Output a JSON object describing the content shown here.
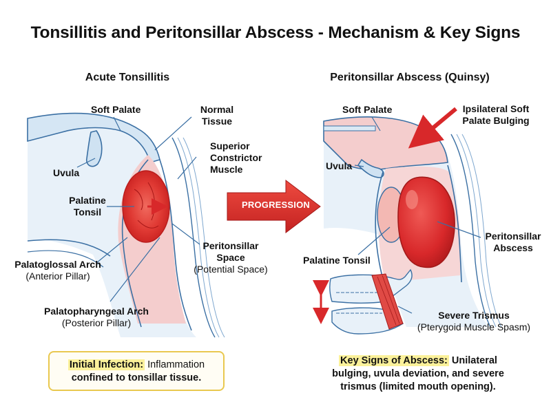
{
  "title": "Tonsillitis and Peritonsillar Abscess - Mechanism & Key Signs",
  "left": {
    "heading": "Acute Tonsillitis",
    "labels": {
      "soft_palate": "Soft Palate",
      "normal_tissue_1": "Normal",
      "normal_tissue_2": "Tissue",
      "superior_1": "Superior",
      "superior_2": "Constrictor",
      "superior_3": "Muscle",
      "uvula": "Uvula",
      "palatine_1": "Palatine",
      "palatine_2": "Tonsil",
      "peritonsillar_1": "Peritonsillar",
      "peritonsillar_2": "Space",
      "peritonsillar_3": "(Potential Space)",
      "palatoglossal_1": "Palatoglossal Arch",
      "palatoglossal_2": "(Anterior Pillar)",
      "palatopharyngeal_1": "Palatopharyngeal Arch",
      "palatopharyngeal_2": "(Posterior Pillar)"
    },
    "box": {
      "highlight": "Initial Infection:",
      "text_1": " Inflammation",
      "text_2": "confined to tonsillar tissue."
    }
  },
  "arrow": {
    "label": "PROGRESSION"
  },
  "right": {
    "heading": "Peritonsillar Abscess (Quinsy)",
    "labels": {
      "soft_palate": "Soft Palate",
      "bulging_1": "Ipsilateral Soft",
      "bulging_2": "Palate Bulging",
      "uvula": "Uvula",
      "abscess_1": "Peritonsillar",
      "abscess_2": "Abscess",
      "palatine": "Palatine Tonsil",
      "trismus_1": "Severe Trismus",
      "trismus_2": "(Pterygoid Muscle Spasm)"
    },
    "key_signs": {
      "highlight": "Key Signs of Abscess:",
      "text_1": " Unilateral",
      "text_2": "bulging, uvula deviation, and severe",
      "text_3": "trismus (limited mouth opening)."
    }
  },
  "colors": {
    "outline": "#3a6fa3",
    "tissue_light": "#e7f0f8",
    "inflamed_pink": "#f3c4c4",
    "red": "#d8282a",
    "highlight": "#fbf19a",
    "box_border": "#e9c84f"
  }
}
